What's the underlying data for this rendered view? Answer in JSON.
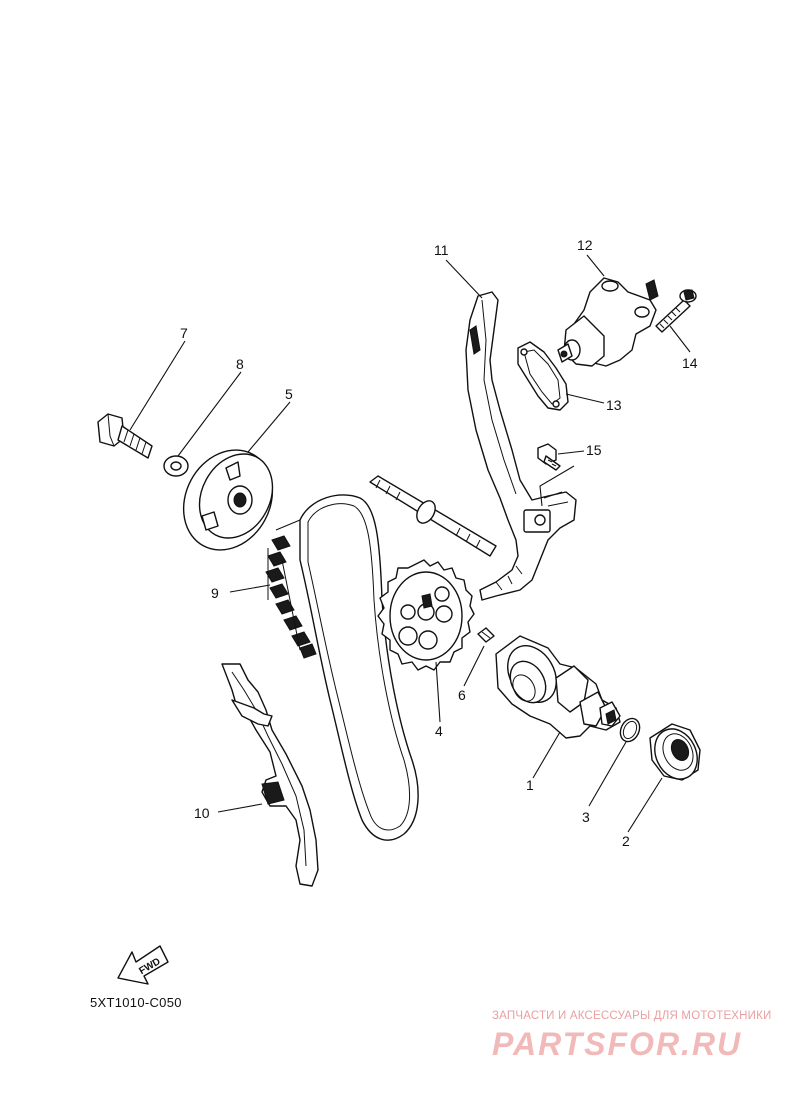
{
  "diagram": {
    "code": "5XT1010-C050",
    "fwd_label": "FWD",
    "callouts": {
      "p1": "1",
      "p2": "2",
      "p3": "3",
      "p4": "4",
      "p5": "5",
      "p6": "6",
      "p7": "7",
      "p8": "8",
      "p9": "9",
      "p10": "10",
      "p11": "11",
      "p12": "12",
      "p13": "13",
      "p14": "14",
      "p15": "15"
    }
  },
  "watermark": {
    "tagline": "ЗАПЧАСТИ И АКСЕССУАРЫ ДЛЯ МОТОТЕХНИКИ",
    "logo": "PARTSFOR.RU"
  }
}
